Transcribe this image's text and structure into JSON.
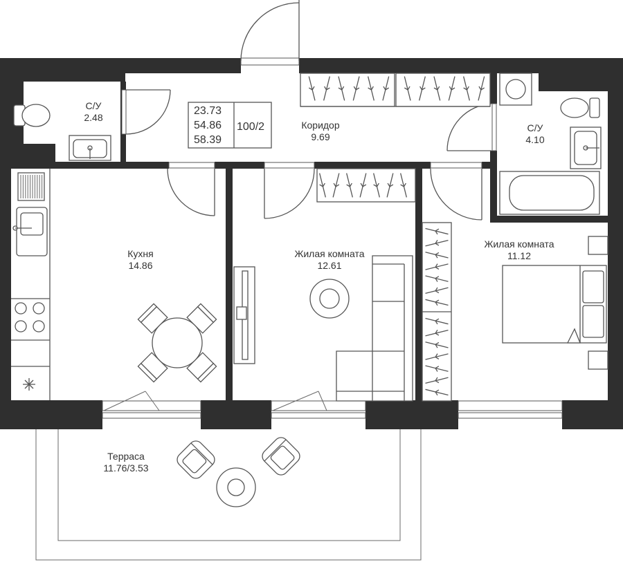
{
  "summary": {
    "area_living": "23.73",
    "area_total": "54.86",
    "area_with_terrace": "58.39",
    "plan_code": "100/2"
  },
  "rooms": {
    "wc_small": {
      "name": "С/У",
      "area": "2.48"
    },
    "corridor": {
      "name": "Коридор",
      "area": "9.69"
    },
    "bath": {
      "name": "С/У",
      "area": "4.10"
    },
    "kitchen": {
      "name": "Кухня",
      "area": "14.86"
    },
    "living1": {
      "name": "Жилая комната",
      "area": "12.61"
    },
    "living2": {
      "name": "Жилая комната",
      "area": "11.12"
    },
    "terrace": {
      "name": "Терраса",
      "area": "11.76/3.53"
    }
  },
  "colors": {
    "wall": "#2f2f2f",
    "line": "#555555",
    "text": "#333333"
  }
}
